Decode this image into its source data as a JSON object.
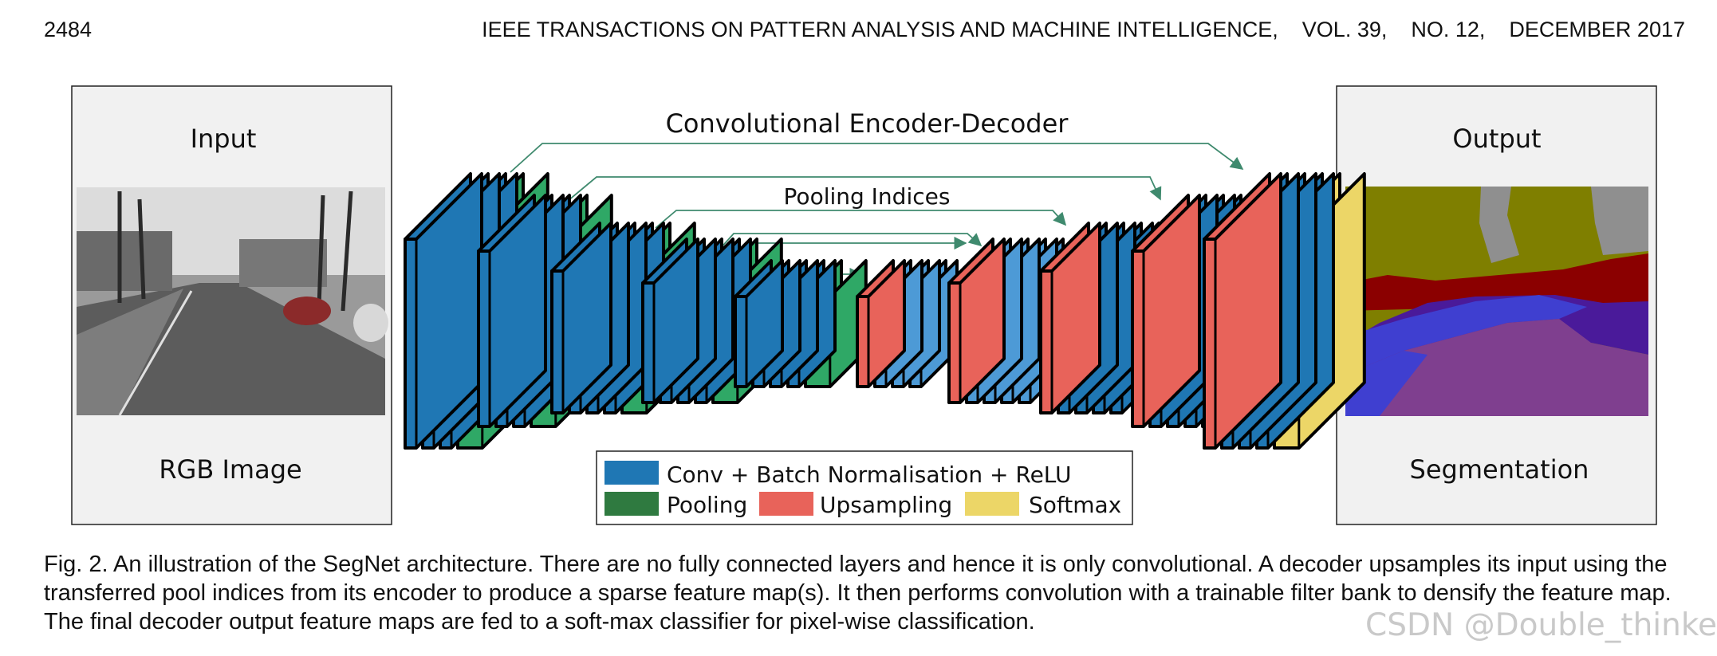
{
  "header": {
    "page_number": "2484",
    "journal": "IEEE TRANSACTIONS ON PATTERN ANALYSIS AND MACHINE INTELLIGENCE,    VOL. 39,    NO. 12,    DECEMBER 2017"
  },
  "figure": {
    "input_panel": {
      "title": "Input",
      "subtitle": "RGB Image"
    },
    "output_panel": {
      "title": "Output",
      "subtitle": "Segmentation"
    },
    "top_label": "Convolutional Encoder-Decoder",
    "indices_label": "Pooling Indices",
    "legend": {
      "conv": "Conv + Batch Normalisation + ReLU",
      "pooling": "Pooling",
      "upsampling": "Upsampling",
      "softmax": "Softmax"
    },
    "colors": {
      "conv": "#1f77b4",
      "conv_light": "#4d9ad6",
      "pooling": "#2fa866",
      "pooling_legend": "#2f7a40",
      "upsampling": "#e8635a",
      "softmax": "#ecd667",
      "skip_arrow": "#3f8a6e",
      "panel_bg": "#f1f1f1",
      "seg_olive": "#7f7f00",
      "seg_gray": "#8f8f8f",
      "seg_red": "#8b0000",
      "seg_purple": "#7f3f8f",
      "seg_blue": "#3f3fd0",
      "seg_indigo": "#4a1a9a"
    }
  },
  "caption": "Fig. 2. An illustration of the SegNet architecture. There are no fully connected layers and hence it is only convolutional. A decoder upsamples its input using the transferred pool indices from its encoder to produce a sparse feature map(s). It then performs convolution with a trainable filter bank to densify the feature map. The final decoder output feature maps are fed to a soft-max classifier for pixel-wise classification.",
  "watermark": "CSDN @Double_thinker"
}
